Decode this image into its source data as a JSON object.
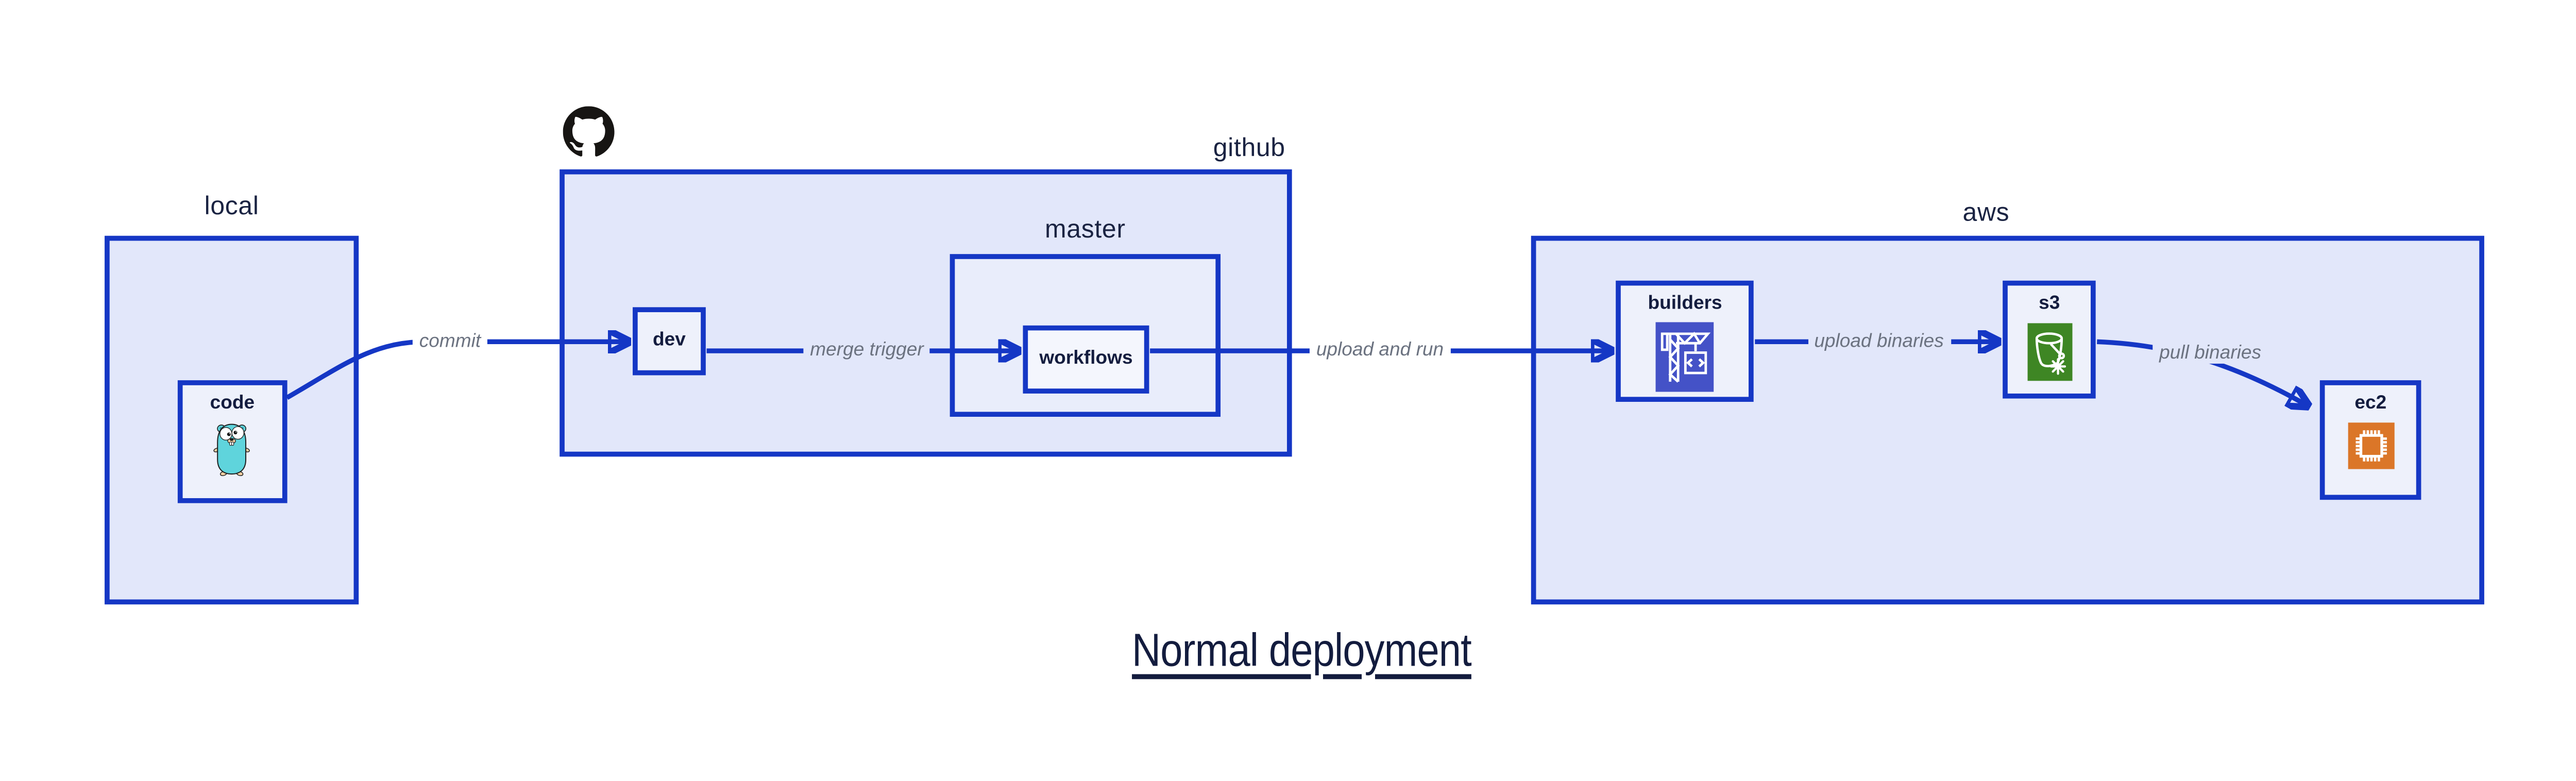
{
  "caption": "Normal deployment",
  "containers": {
    "local": {
      "title": "local"
    },
    "github": {
      "title": "github",
      "logo_icon": "github-octocat-logo"
    },
    "master": {
      "title": "master"
    },
    "aws": {
      "title": "aws"
    }
  },
  "nodes": {
    "code": {
      "label": "code",
      "icon": "go-gopher-icon"
    },
    "dev": {
      "label": "dev"
    },
    "workflows": {
      "label": "workflows"
    },
    "builders": {
      "label": "builders",
      "icon": "aws-codebuild-crane-icon"
    },
    "s3": {
      "label": "s3",
      "icon": "aws-s3-bucket-icon"
    },
    "ec2": {
      "label": "ec2",
      "icon": "aws-ec2-chip-icon"
    }
  },
  "edges": [
    {
      "from": "code",
      "to": "dev",
      "label": "commit"
    },
    {
      "from": "dev",
      "to": "workflows",
      "label": "merge trigger"
    },
    {
      "from": "workflows",
      "to": "builders",
      "label": "upload and run"
    },
    {
      "from": "builders",
      "to": "s3",
      "label": "upload binaries"
    },
    {
      "from": "s3",
      "to": "ec2",
      "label": "pull binaries"
    }
  ],
  "colors": {
    "stroke_blue": "#1537c5",
    "container_fill": "#e2e7fa",
    "master_fill": "#e9edfb",
    "node_fill": "#eef1fb",
    "workflows_fill": "#f4f6fd",
    "edge_label_gray": "#6b7280",
    "dark_text": "#141d3f",
    "github_logo_black": "#171513",
    "builders_icon_bg": "#4452c7",
    "s3_icon_bg": "#3e8624",
    "ec2_icon_bg": "#db7628",
    "gopher_body_teal": "#5fd4dc",
    "gopher_skin_tan": "#f2d0a3"
  }
}
